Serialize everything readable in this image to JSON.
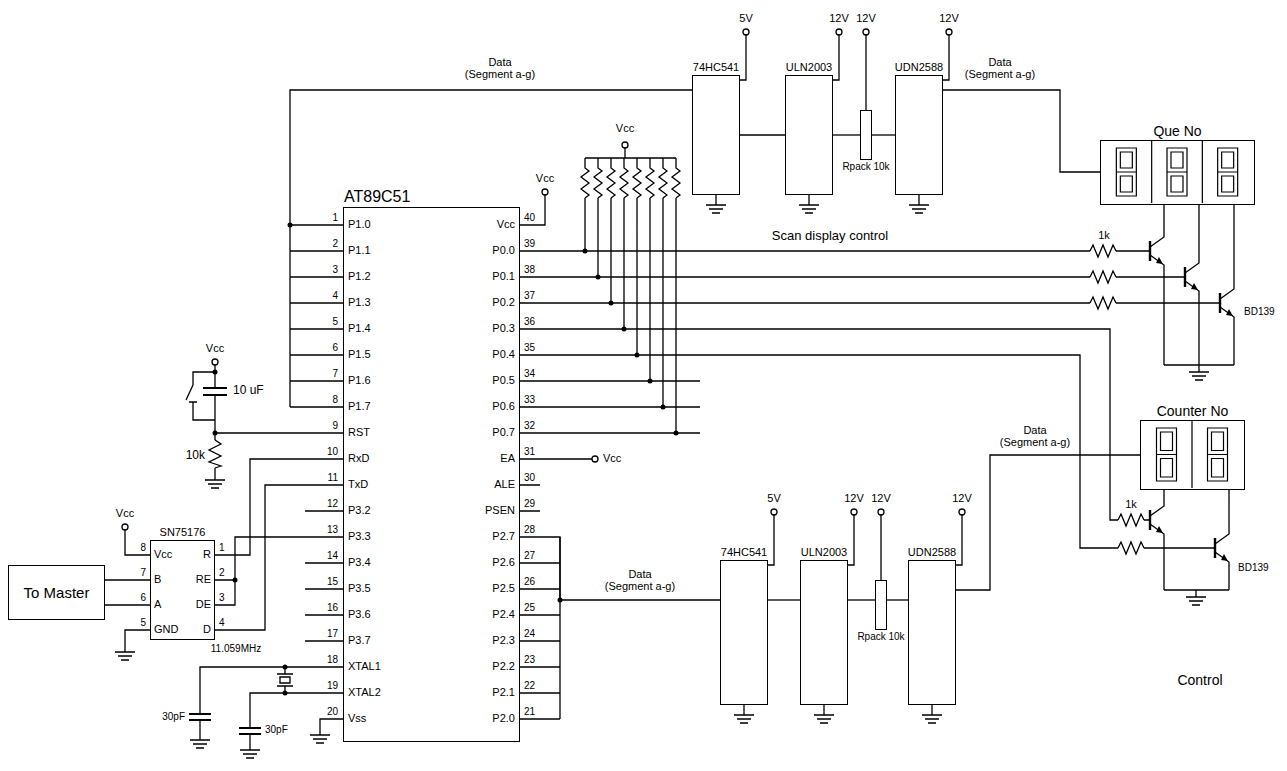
{
  "diagram": {
    "nodes": [
      {
        "text": [
          "AT89C51"
        ]
      },
      {
        "text": [
          "SN75176"
        ]
      },
      {
        "text": [
          "To Master"
        ]
      },
      {
        "text": [
          "74HC541"
        ]
      },
      {
        "text": [
          "ULN2003"
        ]
      },
      {
        "text": [
          "Rpack 10k"
        ]
      },
      {
        "text": [
          "UDN2588"
        ]
      },
      {
        "text": [
          "Que No"
        ]
      },
      {
        "text": [
          "Counter No"
        ]
      },
      {
        "text": [
          "74HC541"
        ]
      },
      {
        "text": [
          "ULN2003"
        ]
      },
      {
        "text": [
          "Rpack 10k"
        ]
      },
      {
        "text": [
          "UDN2588"
        ]
      }
    ],
    "edges": [
      {
        "from": 2,
        "to": 1,
        "arrow": "none"
      },
      {
        "from": 2,
        "to": 1,
        "arrow": "none"
      },
      {
        "from": 1,
        "to": 0,
        "arrow": "none"
      },
      {
        "from": 1,
        "to": 0,
        "arrow": "none"
      },
      {
        "from": 1,
        "to": 0,
        "arrow": "none"
      },
      {
        "from": 0,
        "to": 3,
        "label": "Data (Segment a-g)",
        "arrow": "none"
      },
      {
        "from": 3,
        "to": 4,
        "arrow": "none"
      },
      {
        "from": 4,
        "to": 5,
        "arrow": "none"
      },
      {
        "from": 5,
        "to": 6,
        "arrow": "none"
      },
      {
        "from": 6,
        "to": 7,
        "label": "Data (Segment a-g)",
        "arrow": "none"
      },
      {
        "from": 0,
        "to": 9,
        "label": "Data (Segment a-g)",
        "arrow": "none"
      },
      {
        "from": 9,
        "to": 10,
        "arrow": "none"
      },
      {
        "from": 10,
        "to": 11,
        "arrow": "none"
      },
      {
        "from": 11,
        "to": 12,
        "arrow": "none"
      },
      {
        "from": 12,
        "to": 8,
        "label": "Data (Segment a-g)",
        "arrow": "none"
      }
    ],
    "labels": [
      "1",
      "P1.0",
      "2",
      "P1.1",
      "3",
      "P1.2",
      "4",
      "P1.3",
      "5",
      "P1.4",
      "6",
      "P1.5",
      "7",
      "P1.6",
      "8",
      "P1.7",
      "9",
      "RST",
      "10",
      "RxD",
      "11",
      "TxD",
      "12",
      "P3.2",
      "13",
      "P3.3",
      "14",
      "P3.4",
      "15",
      "P3.5",
      "16",
      "P3.6",
      "17",
      "P3.7",
      "18",
      "XTAL1",
      "19",
      "XTAL2",
      "20",
      "Vss",
      "40",
      "Vcc",
      "39",
      "P0.0",
      "38",
      "P0.1",
      "37",
      "P0.2",
      "36",
      "P0.3",
      "35",
      "P0.4",
      "34",
      "P0.5",
      "33",
      "P0.6",
      "32",
      "P0.7",
      "31",
      "EA",
      "30",
      "ALE",
      "29",
      "PSEN",
      "28",
      "P2.7",
      "27",
      "P2.6",
      "26",
      "P2.5",
      "25",
      "P2.4",
      "24",
      "P2.3",
      "23",
      "P2.2",
      "22",
      "P2.1",
      "21",
      "P2.0",
      "Vcc",
      "Vcc",
      "Scan display control",
      "1k",
      "BD139",
      "1k",
      "BD139",
      "Vcc",
      "Vcc",
      "10 uF",
      "10k",
      "Vcc",
      "Vcc",
      "B",
      "A",
      "GND",
      "R",
      "RE",
      "DE",
      "D",
      "8",
      "7",
      "6",
      "5",
      "1",
      "2",
      "3",
      "4",
      "11.059MHz",
      "30pF",
      "30pF",
      "5V",
      "12V",
      "12V",
      "12V",
      "5V",
      "12V",
      "12V",
      "12V",
      "Control"
    ]
  }
}
